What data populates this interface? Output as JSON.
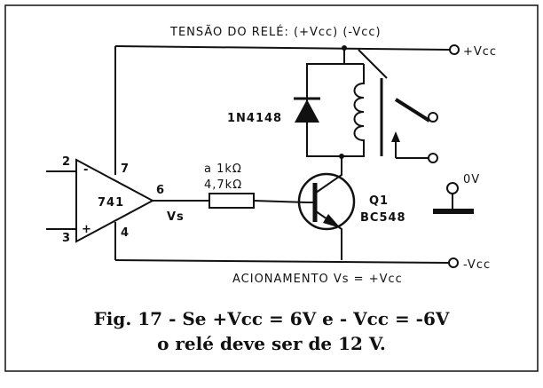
{
  "header_label": "TENSÃO DO RELÉ: (+Vcc)  (-Vcc)",
  "terminals": {
    "pos": "+Vcc",
    "neg": "-Vcc",
    "zero": "0V"
  },
  "opamp": {
    "name": "741",
    "pin_inv": "2",
    "pin_noninv": "3",
    "pin_vpos": "7",
    "pin_vneg": "4",
    "pin_out": "6",
    "minus": "-",
    "plus": "+",
    "out_label": "Vs"
  },
  "diode_label": "1N4148",
  "resistor": {
    "line1": "a 1kΩ",
    "line2": "4,7kΩ"
  },
  "transistor": {
    "name": "Q1",
    "model": "BC548"
  },
  "bottom_label": "ACIONAMENTO   Vs = +Vcc",
  "caption": {
    "line1": "Fig. 17 - Se +Vcc = 6V e - Vcc = -6V",
    "line2": "o relé deve ser de 12 V."
  }
}
